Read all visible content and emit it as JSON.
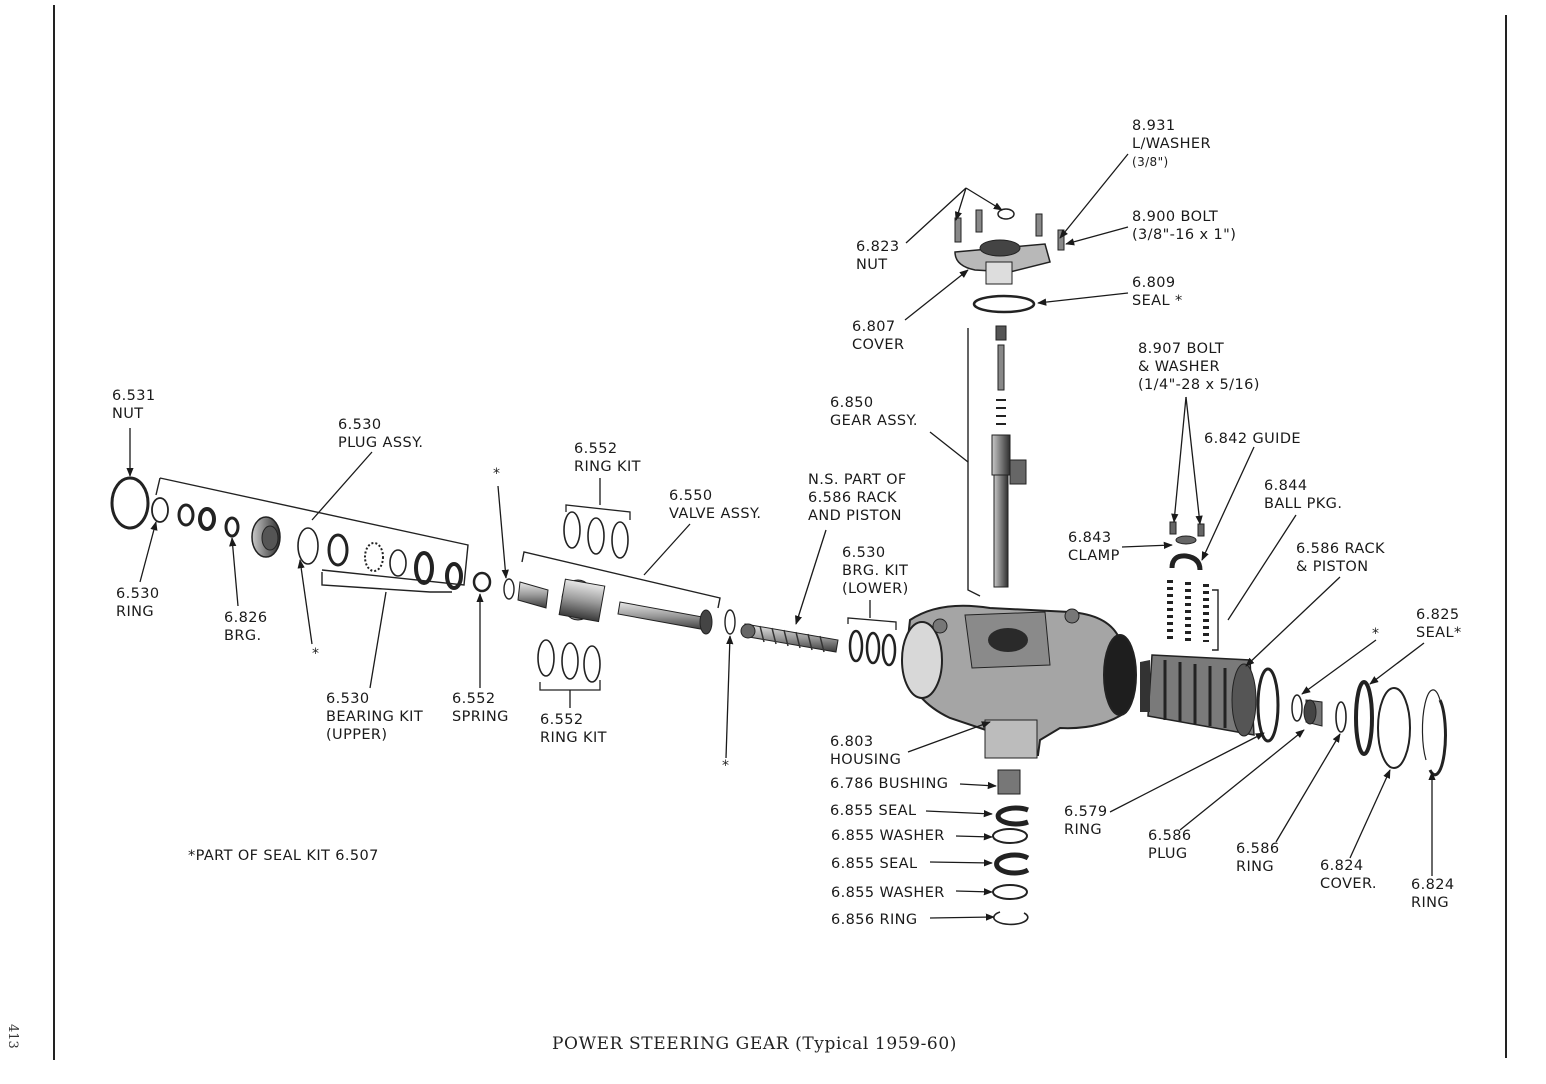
{
  "caption": "POWER STEERING GEAR (Typical 1959-60)",
  "page_number": "413",
  "footnote": "*PART OF SEAL KIT 6.507",
  "star_mark": "*",
  "labels": {
    "l8931": [
      "8.931",
      "L/WASHER",
      "(3/8\")"
    ],
    "l8900": [
      "8.900 BOLT",
      "(3/8\"-16 x 1\")"
    ],
    "l6823": [
      "6.823",
      "NUT"
    ],
    "l6809": [
      "6.809",
      "SEAL *"
    ],
    "l6807": [
      "6.807",
      "COVER"
    ],
    "l8907": [
      "8.907 BOLT",
      "& WASHER",
      "(1/4\"-28 x 5/16)"
    ],
    "l6850": [
      "6.850",
      "GEAR ASSY."
    ],
    "l6842": [
      "6.842 GUIDE"
    ],
    "l6844": [
      "6.844",
      "BALL PKG."
    ],
    "l6531": [
      "6.531",
      "NUT"
    ],
    "l6530plug": [
      "6.530",
      "PLUG ASSY."
    ],
    "l6552ringtop": [
      "6.552",
      "RING KIT"
    ],
    "l6550": [
      "6.550",
      "VALVE ASSY."
    ],
    "lns": [
      "N.S. PART OF",
      "6.586 RACK",
      "AND PISTON"
    ],
    "l6843": [
      "6.843",
      "CLAMP"
    ],
    "l6586rack": [
      "6.586 RACK",
      "& PISTON"
    ],
    "l6530brglower": [
      "6.530",
      "BRG. KIT",
      "(LOWER)"
    ],
    "l6825": [
      "6.825",
      "SEAL*"
    ],
    "l6530ring": [
      "6.530",
      "RING"
    ],
    "l6826": [
      "6.826",
      "BRG."
    ],
    "l6530bearing": [
      "6.530",
      "BEARING KIT",
      "(UPPER)"
    ],
    "l6552spring": [
      "6.552",
      "SPRING"
    ],
    "l6552ringbot": [
      "6.552",
      "RING KIT"
    ],
    "l6803": [
      "6.803",
      "HOUSING"
    ],
    "l6786": [
      "6.786 BUSHING"
    ],
    "l6855seal1": [
      "6.855 SEAL"
    ],
    "l6855washer1": [
      "6.855 WASHER"
    ],
    "l6855seal2": [
      "6.855 SEAL"
    ],
    "l6855washer2": [
      "6.855 WASHER"
    ],
    "l6856": [
      "6.856 RING"
    ],
    "l6579": [
      "6.579",
      "RING"
    ],
    "l6586plug": [
      "6.586",
      "PLUG"
    ],
    "l6586ring": [
      "6.586",
      "RING"
    ],
    "l6824cover": [
      "6.824",
      "COVER."
    ],
    "l6824ring": [
      "6.824",
      "RING"
    ]
  }
}
